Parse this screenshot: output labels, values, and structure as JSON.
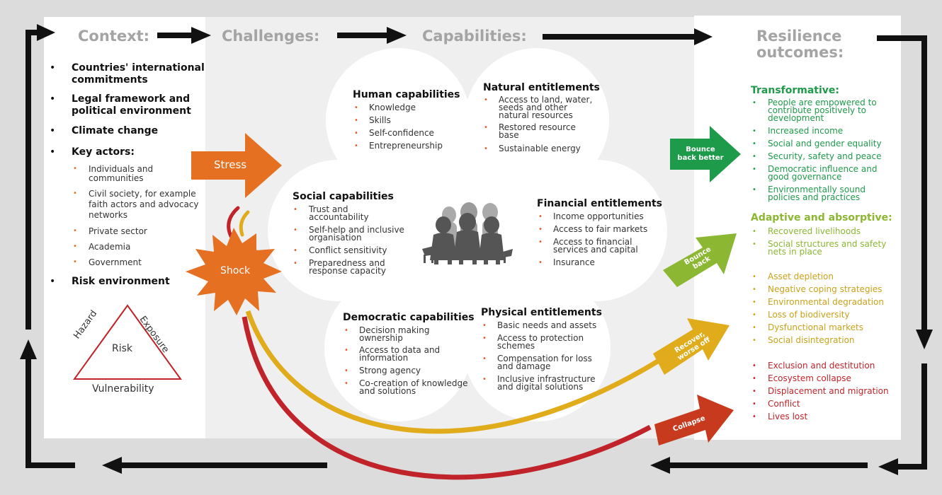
{
  "headers": {
    "context": "Context:",
    "challenges": "Challenges:",
    "capabilities": "Capabilities:",
    "resilience_line1": "Resilience",
    "resilience_line2": "outcomes:"
  },
  "context": {
    "items": [
      "Countries' international",
      "commitments",
      "Legal framework and",
      "political environment",
      "Climate change",
      "Key actors:"
    ],
    "actors": [
      "Individuals and",
      "communities",
      "Civil society, for example",
      "faith actors and advocacy",
      "networks",
      "Private sector",
      "Academia",
      "Government"
    ],
    "risk_environment": "Risk environment",
    "risk_triangle": {
      "center": "Risk",
      "left": "Hazard",
      "right": "Exposure",
      "bottom": "Vulnerability"
    }
  },
  "challenges": {
    "stress": "Stress",
    "shock": "Shock"
  },
  "capabilities": {
    "human": {
      "title": "Human capabilities",
      "items": [
        "Knowledge",
        "Skills",
        "Self-confidence",
        "Entrepreneurship"
      ]
    },
    "natural": {
      "title": "Natural entitlements",
      "items": [
        "Access to land, water,",
        "seeds and other",
        "natural resources",
        "Restored resource",
        "base",
        "Sustainable energy"
      ]
    },
    "social": {
      "title": "Social capabilities",
      "items": [
        "Trust and",
        "accountability",
        "Self-help and inclusive",
        "organisation",
        "Conflict sensitivity",
        "Preparedness and",
        "response capacity"
      ]
    },
    "financial": {
      "title": "Financial entitlements",
      "items": [
        "Income opportunities",
        "Access to fair markets",
        "Access to financial",
        "services and capital",
        "Insurance"
      ]
    },
    "democratic": {
      "title": "Democratic capabilities",
      "items": [
        "Decision making",
        "ownership",
        "Access to data and",
        "information",
        "Strong agency",
        "Co-creation of knowledge",
        "and solutions"
      ]
    },
    "physical": {
      "title": "Physical entitlements",
      "items": [
        "Basic needs and assets",
        "Access to protection",
        "schemes",
        "Compensation for loss",
        "and damage",
        "Inclusive infrastructure",
        "and digital solutions"
      ]
    }
  },
  "arrows": {
    "bounce_better_1": "Bounce",
    "bounce_better_2": "back better",
    "bounce_back_1": "Bounce",
    "bounce_back_2": "back",
    "recover_1": "Recover,",
    "recover_2": "worse off",
    "collapse": "Collapse"
  },
  "outcomes": {
    "transformative": {
      "title": "Transformative:",
      "items": [
        "People are empowered to",
        "contribute positively to",
        "development",
        "Increased income",
        "Social and gender equality",
        "Security, safety and peace",
        "Democratic influence and",
        "good governance",
        "Environmentally sound",
        "policies and practices"
      ]
    },
    "adaptive": {
      "title": "Adaptive and absorptive:",
      "items": [
        "Recovered livelihoods",
        "Social structures and safety",
        "nets in place"
      ]
    },
    "worse": [
      "Asset depletion",
      "Negative coping strategies",
      "Environmental degradation",
      "Loss of biodiversity",
      "Dysfunctional markets",
      "Social disintegration"
    ],
    "collapse": [
      "Exclusion and destitution",
      "Ecosystem collapse",
      "Displacement and migration",
      "Conflict",
      "Lives lost"
    ]
  },
  "colors": {
    "orange": "#e57021",
    "green": "#1e9a4b",
    "light_green": "#8cb733",
    "yellow": "#e0ac1c",
    "red": "#c0242a",
    "collapse_arrow": "#c73a1e",
    "header_grey": "#a4a4a4"
  }
}
